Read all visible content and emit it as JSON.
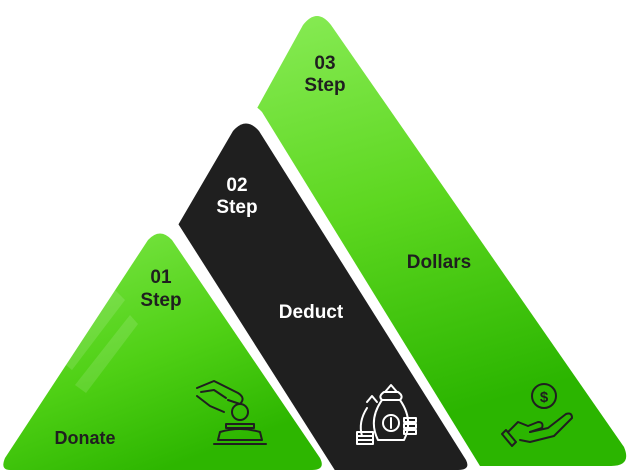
{
  "steps": [
    {
      "number": "01",
      "word": "Step",
      "label": "Donate",
      "icon": "hand-donating-coin-icon"
    },
    {
      "number": "02",
      "word": "Step",
      "label": "Deduct",
      "icon": "money-bags-coins-icon"
    },
    {
      "number": "03",
      "word": "Step",
      "label": "Dollars",
      "icon": "hand-holding-dollar-icon"
    }
  ],
  "colors": {
    "green_light": "#8ff05a",
    "green": "#5cd81f",
    "green_dark": "#2fb800",
    "black": "#1f1f1f",
    "white": "#ffffff"
  }
}
